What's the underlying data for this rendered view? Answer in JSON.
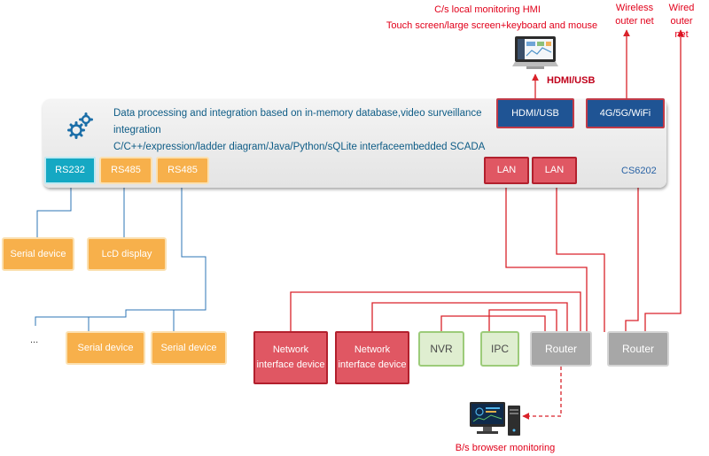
{
  "top": {
    "hmi_title": "C/s local monitoring HMI",
    "hmi_subtitle": "Touch screen/large screen+keyboard and mouse",
    "wireless_label": "Wireless outer net",
    "wired_label": "Wired outer net",
    "hdmi_link_label": "HDMI/USB"
  },
  "panel": {
    "desc_line1": "Data processing and integration based on in-memory database,video surveillance",
    "desc_line2": "integration",
    "desc_line3": "C/C++/expression/ladder diagram/Java/Python/sQLite interfaceembedded SCADA",
    "hdmi_port": "HDMI/USB",
    "wireless_port": "4G/5G/WiFi",
    "model": "CS6202",
    "rs232": "RS232",
    "rs485_a": "RS485",
    "rs485_b": "RS485",
    "lan_a": "LAN",
    "lan_b": "LAN"
  },
  "devices": {
    "serial_device_1": "Serial device",
    "lcd_display": "LcD display",
    "ellipsis": "...",
    "serial_device_2": "Serial device",
    "serial_device_3": "Serial device",
    "network_device_1": "Network interface device",
    "network_device_2": "Network interface device",
    "nvr": "NVR",
    "ipc": "IPC",
    "router_1": "Router",
    "router_2": "Router"
  },
  "bottom": {
    "browser_label": "B/s browser monitoring"
  },
  "colors": {
    "red_line": "#d9222a",
    "blue_line": "#2e74b5",
    "orange": "#f7b04b",
    "network_red": "#e05763",
    "navy": "#1f5494",
    "teal": "#15a8c3",
    "green": "#dfeed0",
    "grey": "#a7a7a7",
    "text_blue": "#0e5c86"
  },
  "icons": [
    "gear-icon",
    "monitor-icon",
    "computer-icon"
  ]
}
